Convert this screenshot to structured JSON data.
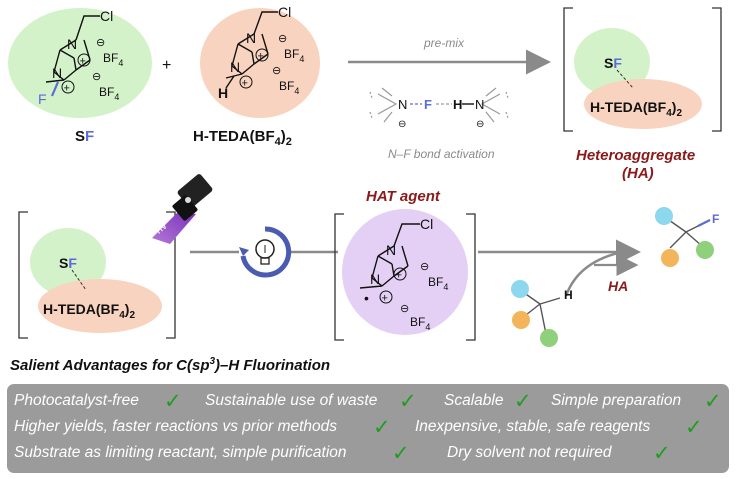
{
  "top_row": {
    "sf_label_s": "S",
    "sf_label_f": "F",
    "plus": "+",
    "hteda_label": "H-TEDA(BF",
    "hteda_sub4": "4",
    "hteda_close": ")",
    "hteda_sub2": "2",
    "arrow_label": "pre-mix",
    "activation_label": "N–F bond activation",
    "heteroaggregate_title": "Heteroaggregate",
    "heteroaggregate_abbrev": "(HA)"
  },
  "molecule_text": {
    "cl": "Cl",
    "n": "N",
    "plus_sign": "+",
    "f": "F",
    "h": "H",
    "bf_minus": "⊖",
    "bf": "BF",
    "bf_sub": "4",
    "dot_radical": "•"
  },
  "middle_row": {
    "hv": "hv",
    "hat_agent": "HAT agent",
    "ha": "HA"
  },
  "advantages": {
    "title_pre": "Salient Advantages for C(sp",
    "title_sup": "3",
    "title_post": ")–H Fluorination",
    "check": "✓",
    "items": [
      "Photocatalyst-free",
      "Sustainable use of waste",
      "Scalable",
      "Simple preparation",
      "Higher yields, faster reactions vs prior methods",
      "Inexpensive, stable, safe reagents",
      "Substrate as limiting reactant, simple purification",
      "Dry solvent not required"
    ]
  },
  "colors": {
    "green_blob": "#d4f2c9",
    "salmon_blob": "#f8d3bf",
    "purple_blob": "#e4d0f5",
    "fluorine_blue": "#5c6bd8",
    "accent_red": "#8b1a1a",
    "arrow_gray": "#8a8a8a",
    "box_gray": "#9b9b9b",
    "check_green": "#1f9d1f",
    "dot_cyan": "#8dd8ee",
    "dot_orange": "#f4b55a",
    "dot_green": "#8fd07a"
  }
}
